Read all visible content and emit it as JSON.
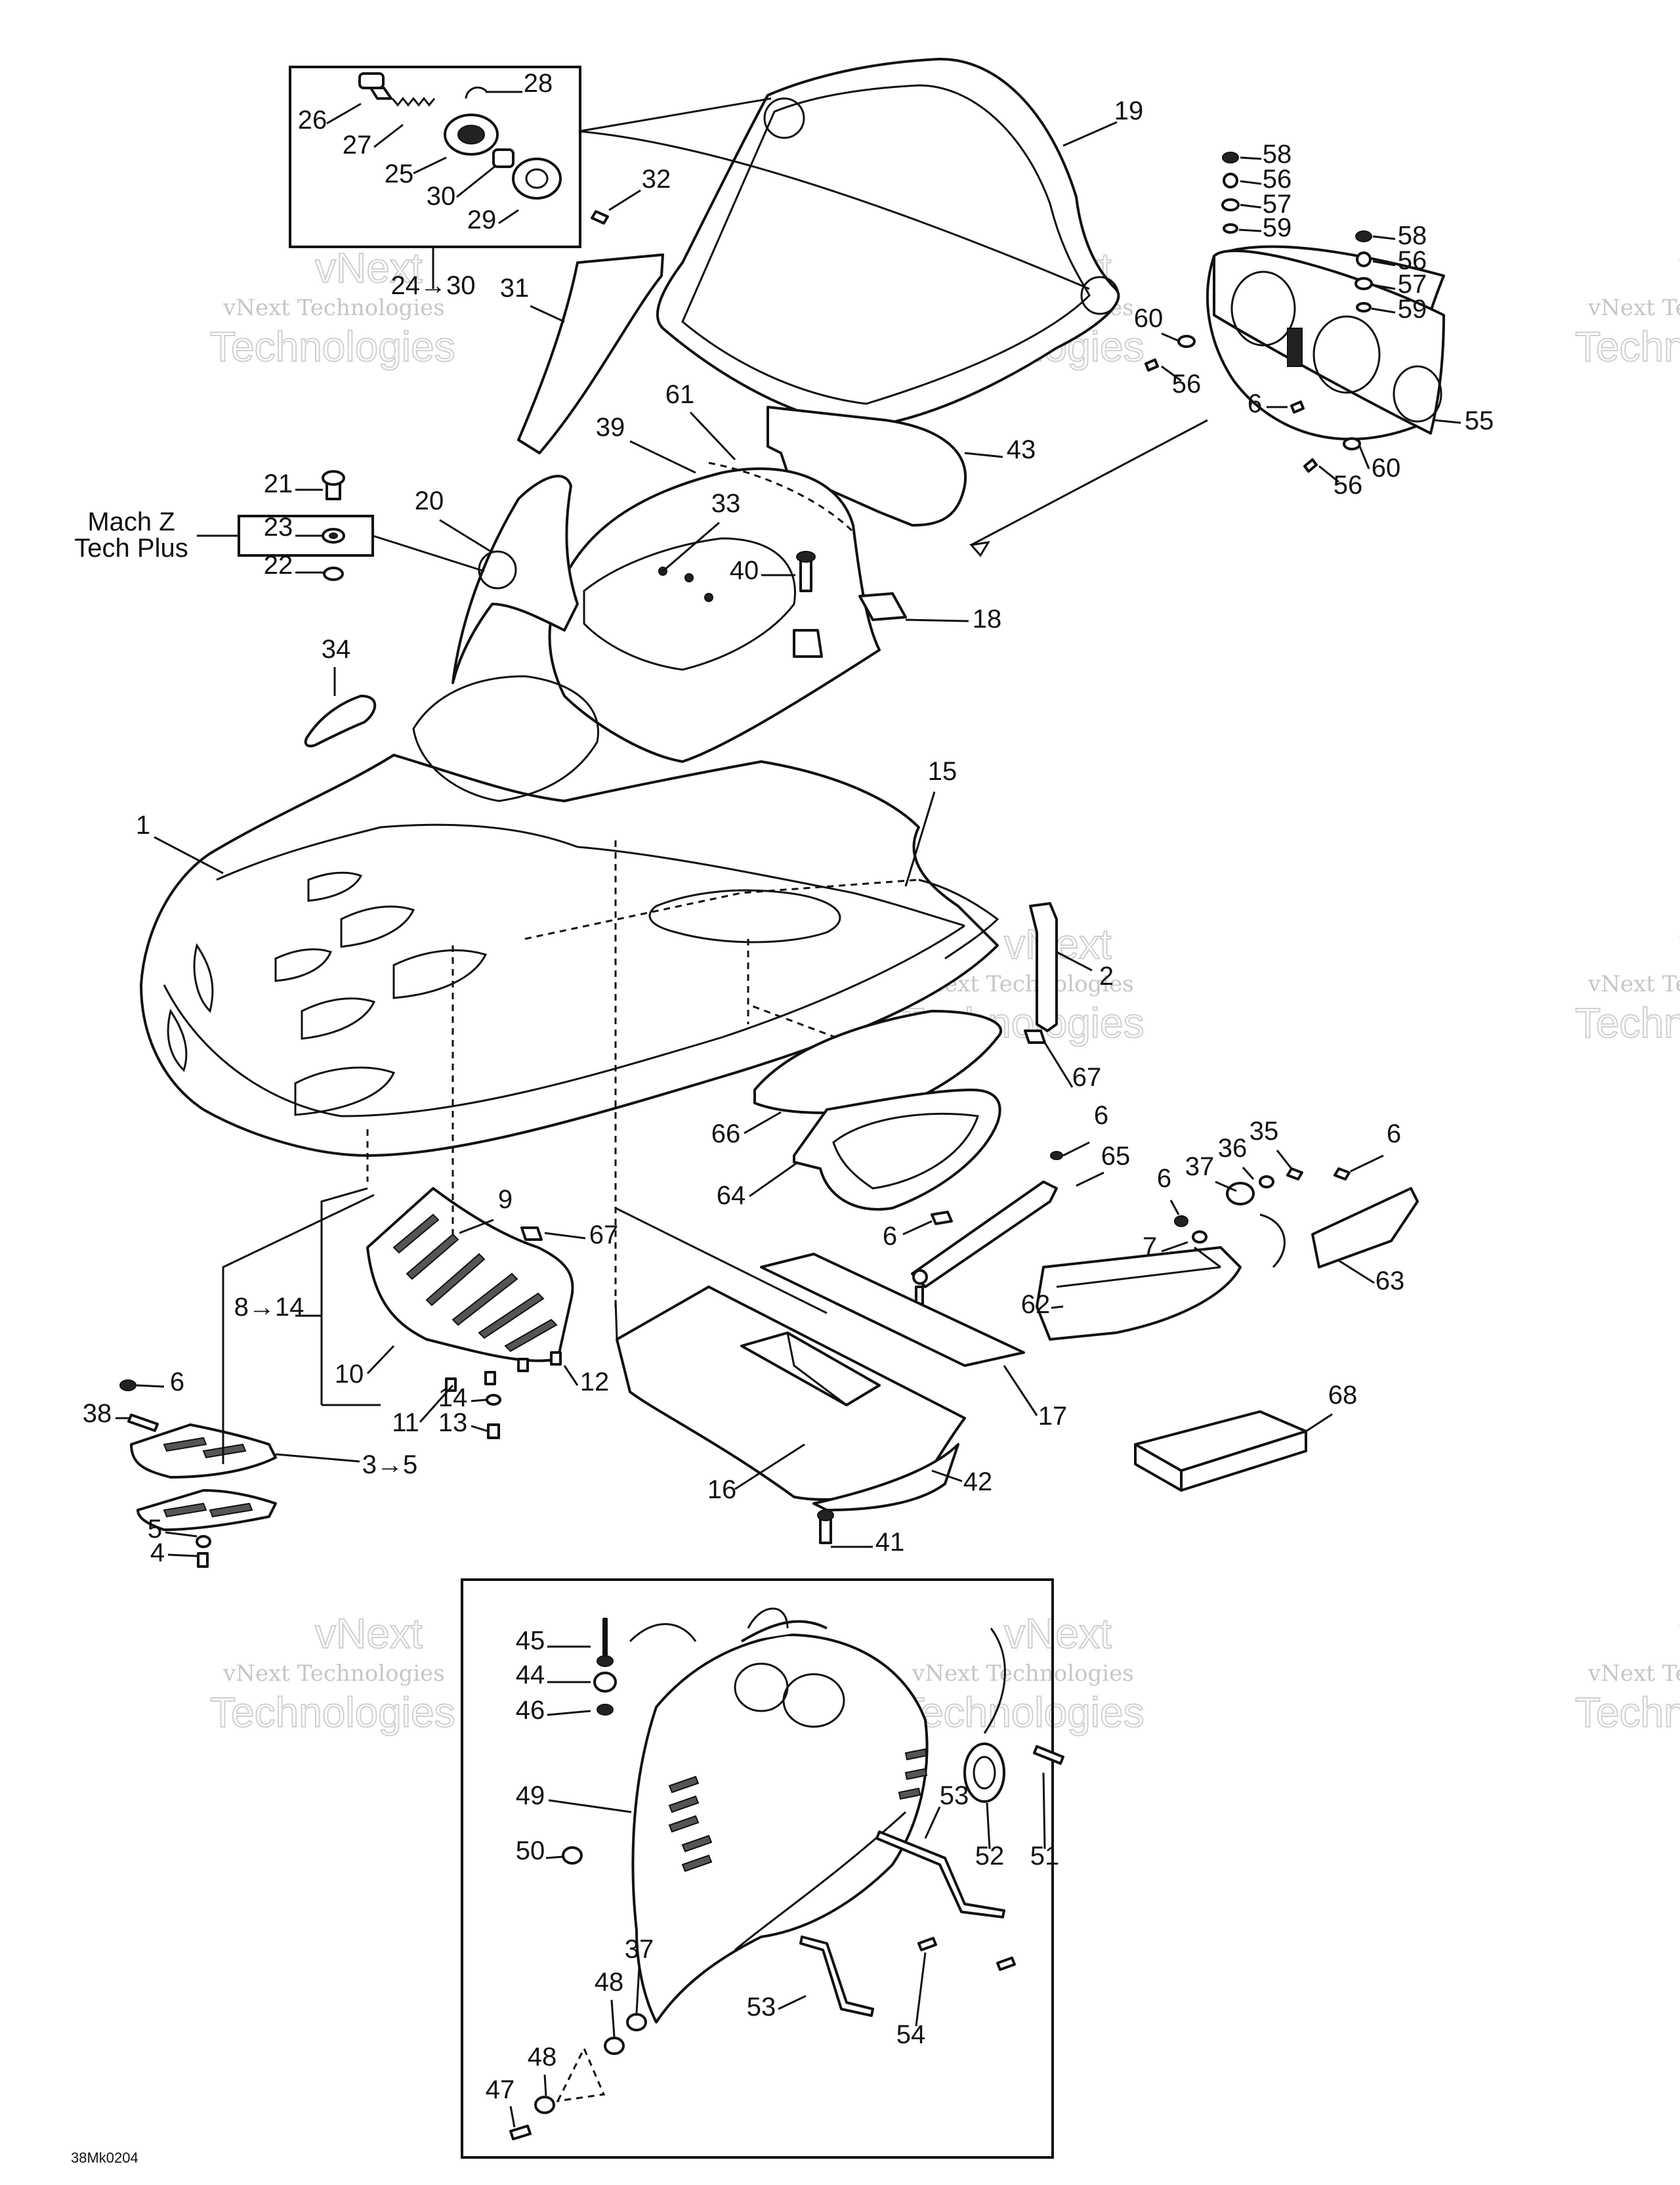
{
  "diagram_code": "38Mk0204",
  "watermark": {
    "line1": "vNext",
    "line2": "vNext Technologies",
    "line3": "Technologies"
  },
  "model_box": {
    "line1": "Mach Z",
    "line2": "Tech Plus"
  },
  "colors": {
    "ink": "#111111",
    "paper": "#ffffff",
    "watermark": "#999999"
  },
  "callouts": [
    "1",
    "2",
    "3→5",
    "4",
    "5",
    "6",
    "7",
    "8→14",
    "9",
    "10",
    "11",
    "12",
    "13",
    "14",
    "15",
    "16",
    "17",
    "18",
    "19",
    "20",
    "21",
    "22",
    "23",
    "24→30",
    "25",
    "26",
    "27",
    "28",
    "29",
    "30",
    "31",
    "32",
    "33",
    "34",
    "35",
    "36",
    "37",
    "38",
    "39",
    "40",
    "41",
    "42",
    "43",
    "44",
    "45",
    "46",
    "47",
    "48",
    "49",
    "50",
    "51",
    "52",
    "53",
    "54",
    "55",
    "56",
    "57",
    "58",
    "59",
    "60",
    "61",
    "62",
    "63",
    "64",
    "65",
    "66",
    "67",
    "68"
  ]
}
